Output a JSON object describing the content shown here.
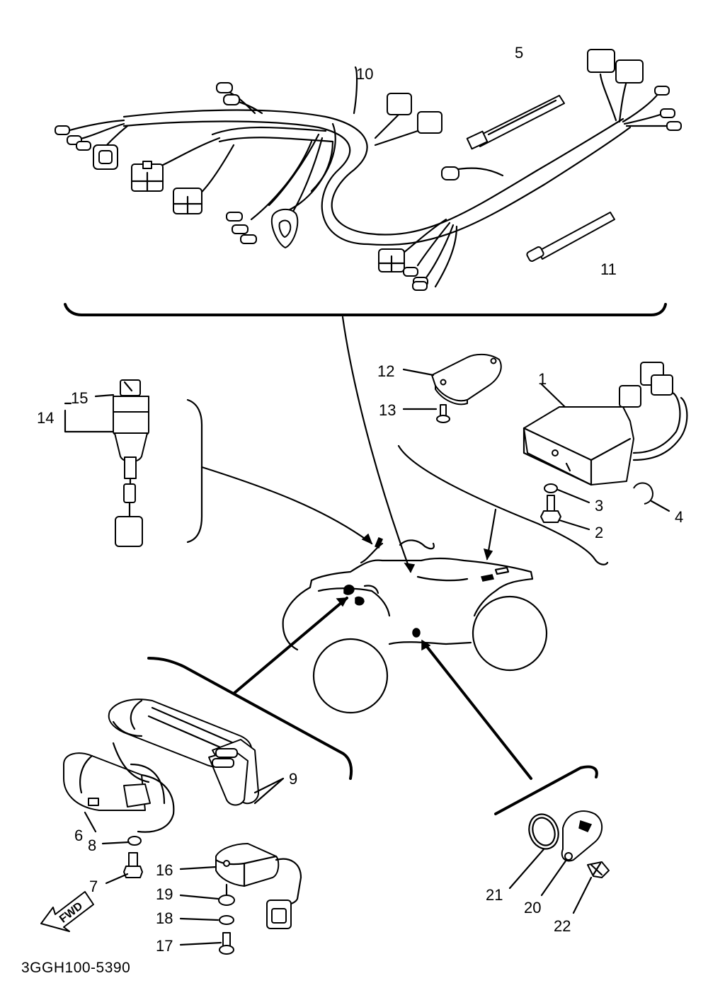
{
  "diagram": {
    "part_code": "3GGH100-5390",
    "direction_label": "FWD",
    "callouts": [
      "1",
      "2",
      "3",
      "4",
      "5",
      "6",
      "7",
      "8",
      "9",
      "10",
      "11",
      "12",
      "13",
      "14",
      "15",
      "16",
      "17",
      "18",
      "19",
      "20",
      "21",
      "22"
    ],
    "icons": [
      "wire-harness-icon",
      "ignition-coil-icon",
      "main-switch-icon",
      "cdi-unit-icon",
      "relay-icon",
      "rectifier-regulator-icon",
      "neutral-switch-icon",
      "atv-outline-icon",
      "forward-arrow-icon"
    ]
  }
}
